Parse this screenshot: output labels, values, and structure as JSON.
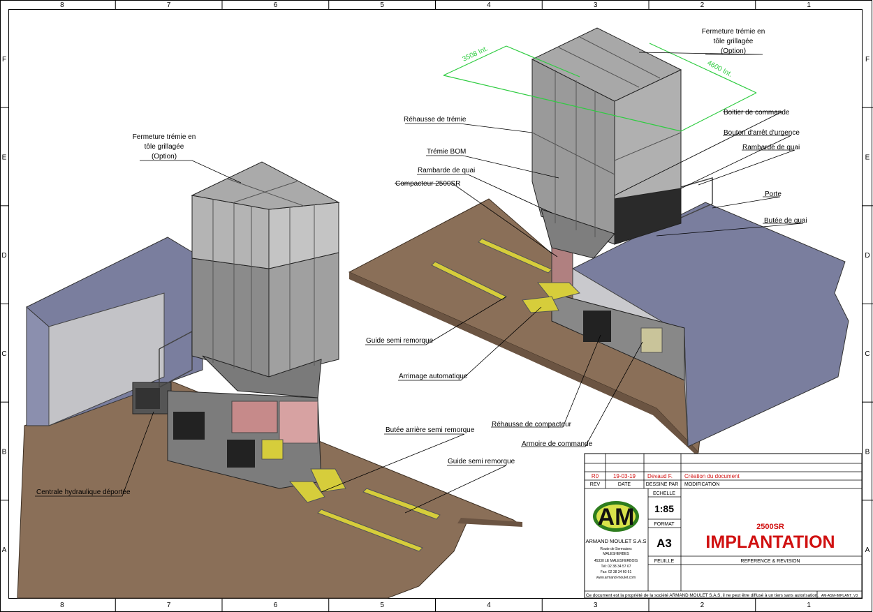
{
  "border": {
    "columns": [
      "8",
      "7",
      "6",
      "5",
      "4",
      "3",
      "2",
      "1"
    ],
    "rows": [
      "F",
      "E",
      "D",
      "C",
      "B",
      "A"
    ]
  },
  "left_view": {
    "labels": {
      "fermeture": [
        "Fermeture trémie en",
        "tôle grillagée",
        "(Option)"
      ],
      "centrale": "Centrale hydraulique déportée",
      "butee_arriere": "Butée arrière semi remorque",
      "guide": "Guide semi remorque"
    }
  },
  "right_view": {
    "dims": {
      "width": "3508 Int.",
      "depth": "4600 Int."
    },
    "labels": {
      "fermeture": [
        "Fermeture trémie en",
        "tôle grillagée",
        "(Option)"
      ],
      "rehausse_tremie": "Réhausse de trémie",
      "tremie_bom": "Trémie BOM",
      "rambarde_left": "Rambarde de quai",
      "compacteur": "Compacteur 2500SR",
      "boitier": "Boitier de commande",
      "bouton": "Bouton d'arrêt d'urgence",
      "rambarde_right": "Rambarde de quai",
      "porte": "Porte",
      "butee_quai": "Butée de quai",
      "guide": "Guide semi remorque",
      "arrimage": "Arrimage automatique",
      "rehausse_compacteur": "Réhausse de compacteur",
      "armoire": "Armoire de commande"
    }
  },
  "title_block": {
    "revision": {
      "rev": "R0",
      "date": "19-03-19",
      "author": "Devaud F.",
      "modification": "Création du document"
    },
    "headers": {
      "rev": "REV",
      "date": "DATE",
      "dessine": "DESSINE PAR",
      "modification": "MODIFICATION"
    },
    "echelle_label": "ECHELLE",
    "echelle": "1:85",
    "format_label": "FORMAT",
    "format": "A3",
    "feuille_label": "FEUILLE",
    "product": "2500SR",
    "title": "IMPLANTATION",
    "reference_label": "REFERENCE & REVISION",
    "company": {
      "logo": "AM",
      "name": "ARMAND MOULET S.A.S",
      "lines": [
        "Route de Sermaises",
        "MALESHERBES",
        "45330 LE MALESHERBOIS",
        "Tél: 02 38 34 57 67",
        "Fax: 02 38 34 60 61",
        "www.armand-moulet.com"
      ]
    },
    "footer": "Ce document est la propriété de la société ARMAND MOULET S.A.S, il ne peut être diffusé à un tiers sans autorisation.",
    "drawing_number": "AM-ASM-IMPLANT_V3"
  },
  "colors": {
    "hopper": "#9a9a9a",
    "hopper_dark": "#6f6f6f",
    "floor": "#8a6f58",
    "dock": "#7a7e9e",
    "yellow": "#d6cd3b",
    "red": "#d01010",
    "dim": "#2ecc40"
  }
}
